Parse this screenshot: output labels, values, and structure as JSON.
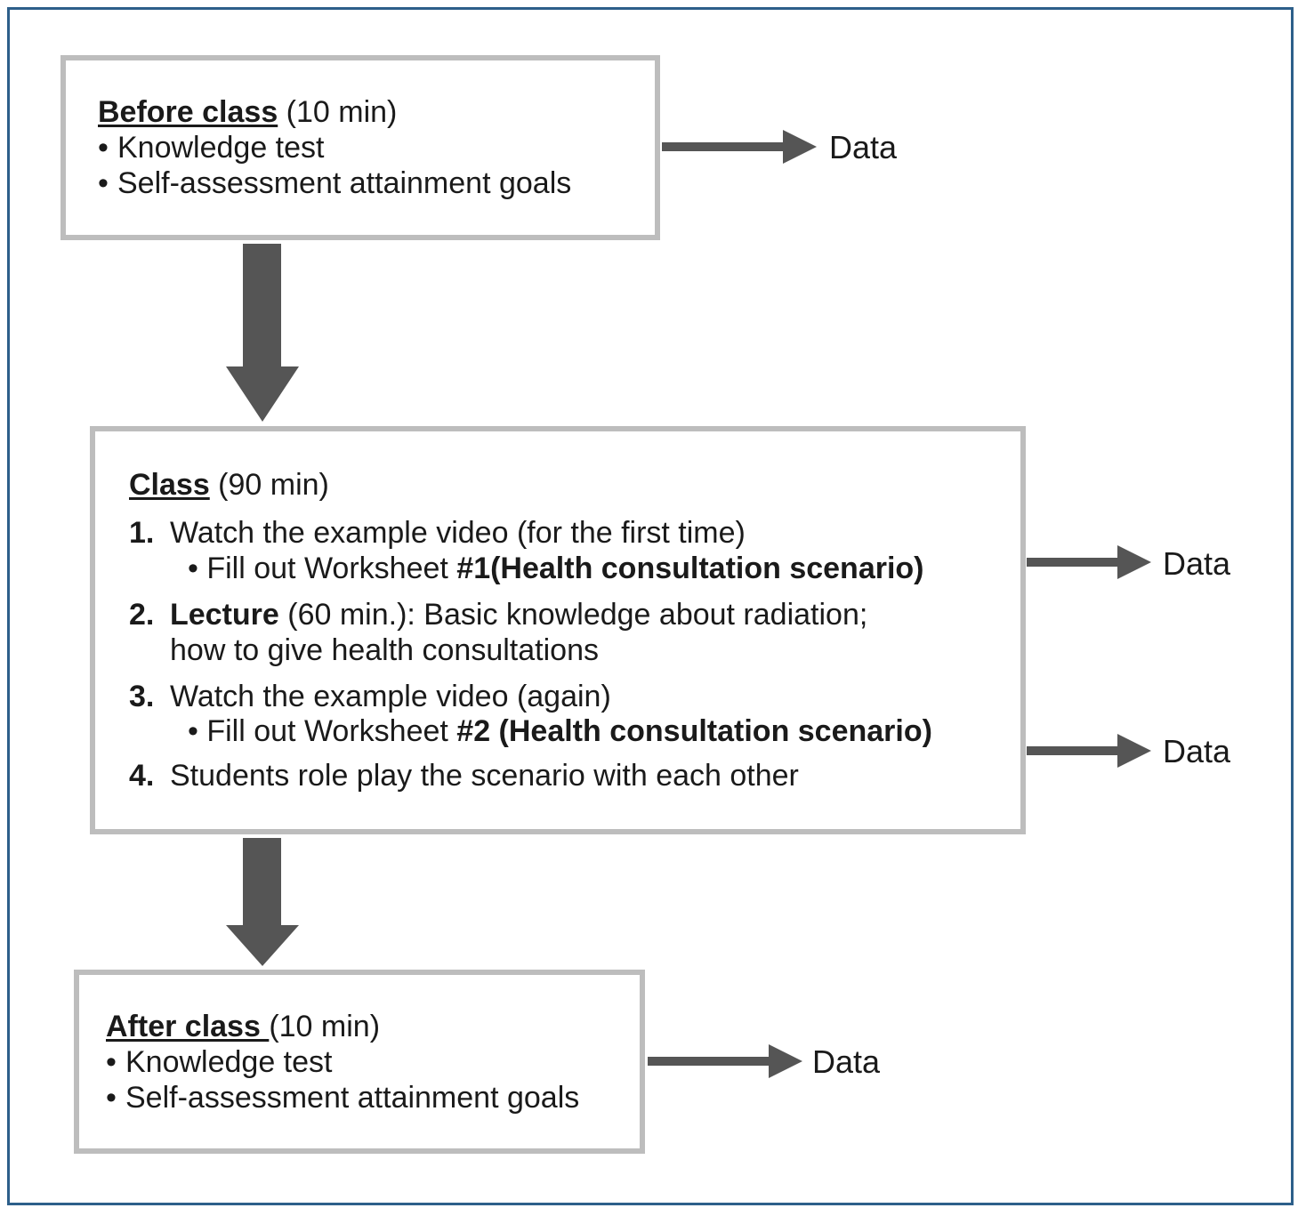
{
  "before": {
    "title": "Before class",
    "duration": " (10 min)",
    "bullets": [
      "Knowledge test",
      "Self-assessment attainment goals"
    ]
  },
  "class": {
    "title": "Class",
    "duration": " (90 min)",
    "item1": {
      "num": "1.",
      "text": "Watch the example video (for the first time)",
      "sub_prefix": "Fill out Worksheet ",
      "sub_bold": "#1(Health consultation scenario)"
    },
    "item2": {
      "num": "2.",
      "bold": "Lecture",
      "text": " (60 min.): Basic knowledge about radiation;",
      "line2": "how to give health consultations"
    },
    "item3": {
      "num": "3.",
      "text": "Watch the example video (again)",
      "sub_prefix": "Fill out Worksheet ",
      "sub_bold": "#2 (Health consultation scenario)"
    },
    "item4": {
      "num": "4.",
      "text": "Students role play the scenario with each other"
    }
  },
  "after": {
    "title": "After class ",
    "duration": "(10 min)",
    "bullets": [
      "Knowledge test",
      "Self-assessment attainment goals"
    ]
  },
  "outputs": {
    "before": "Data",
    "class1": "Data",
    "class2": "Data",
    "after": "Data"
  },
  "colors": {
    "frame": "#2d5f8a",
    "box_border": "#bdbdbd",
    "arrow": "#555555"
  }
}
